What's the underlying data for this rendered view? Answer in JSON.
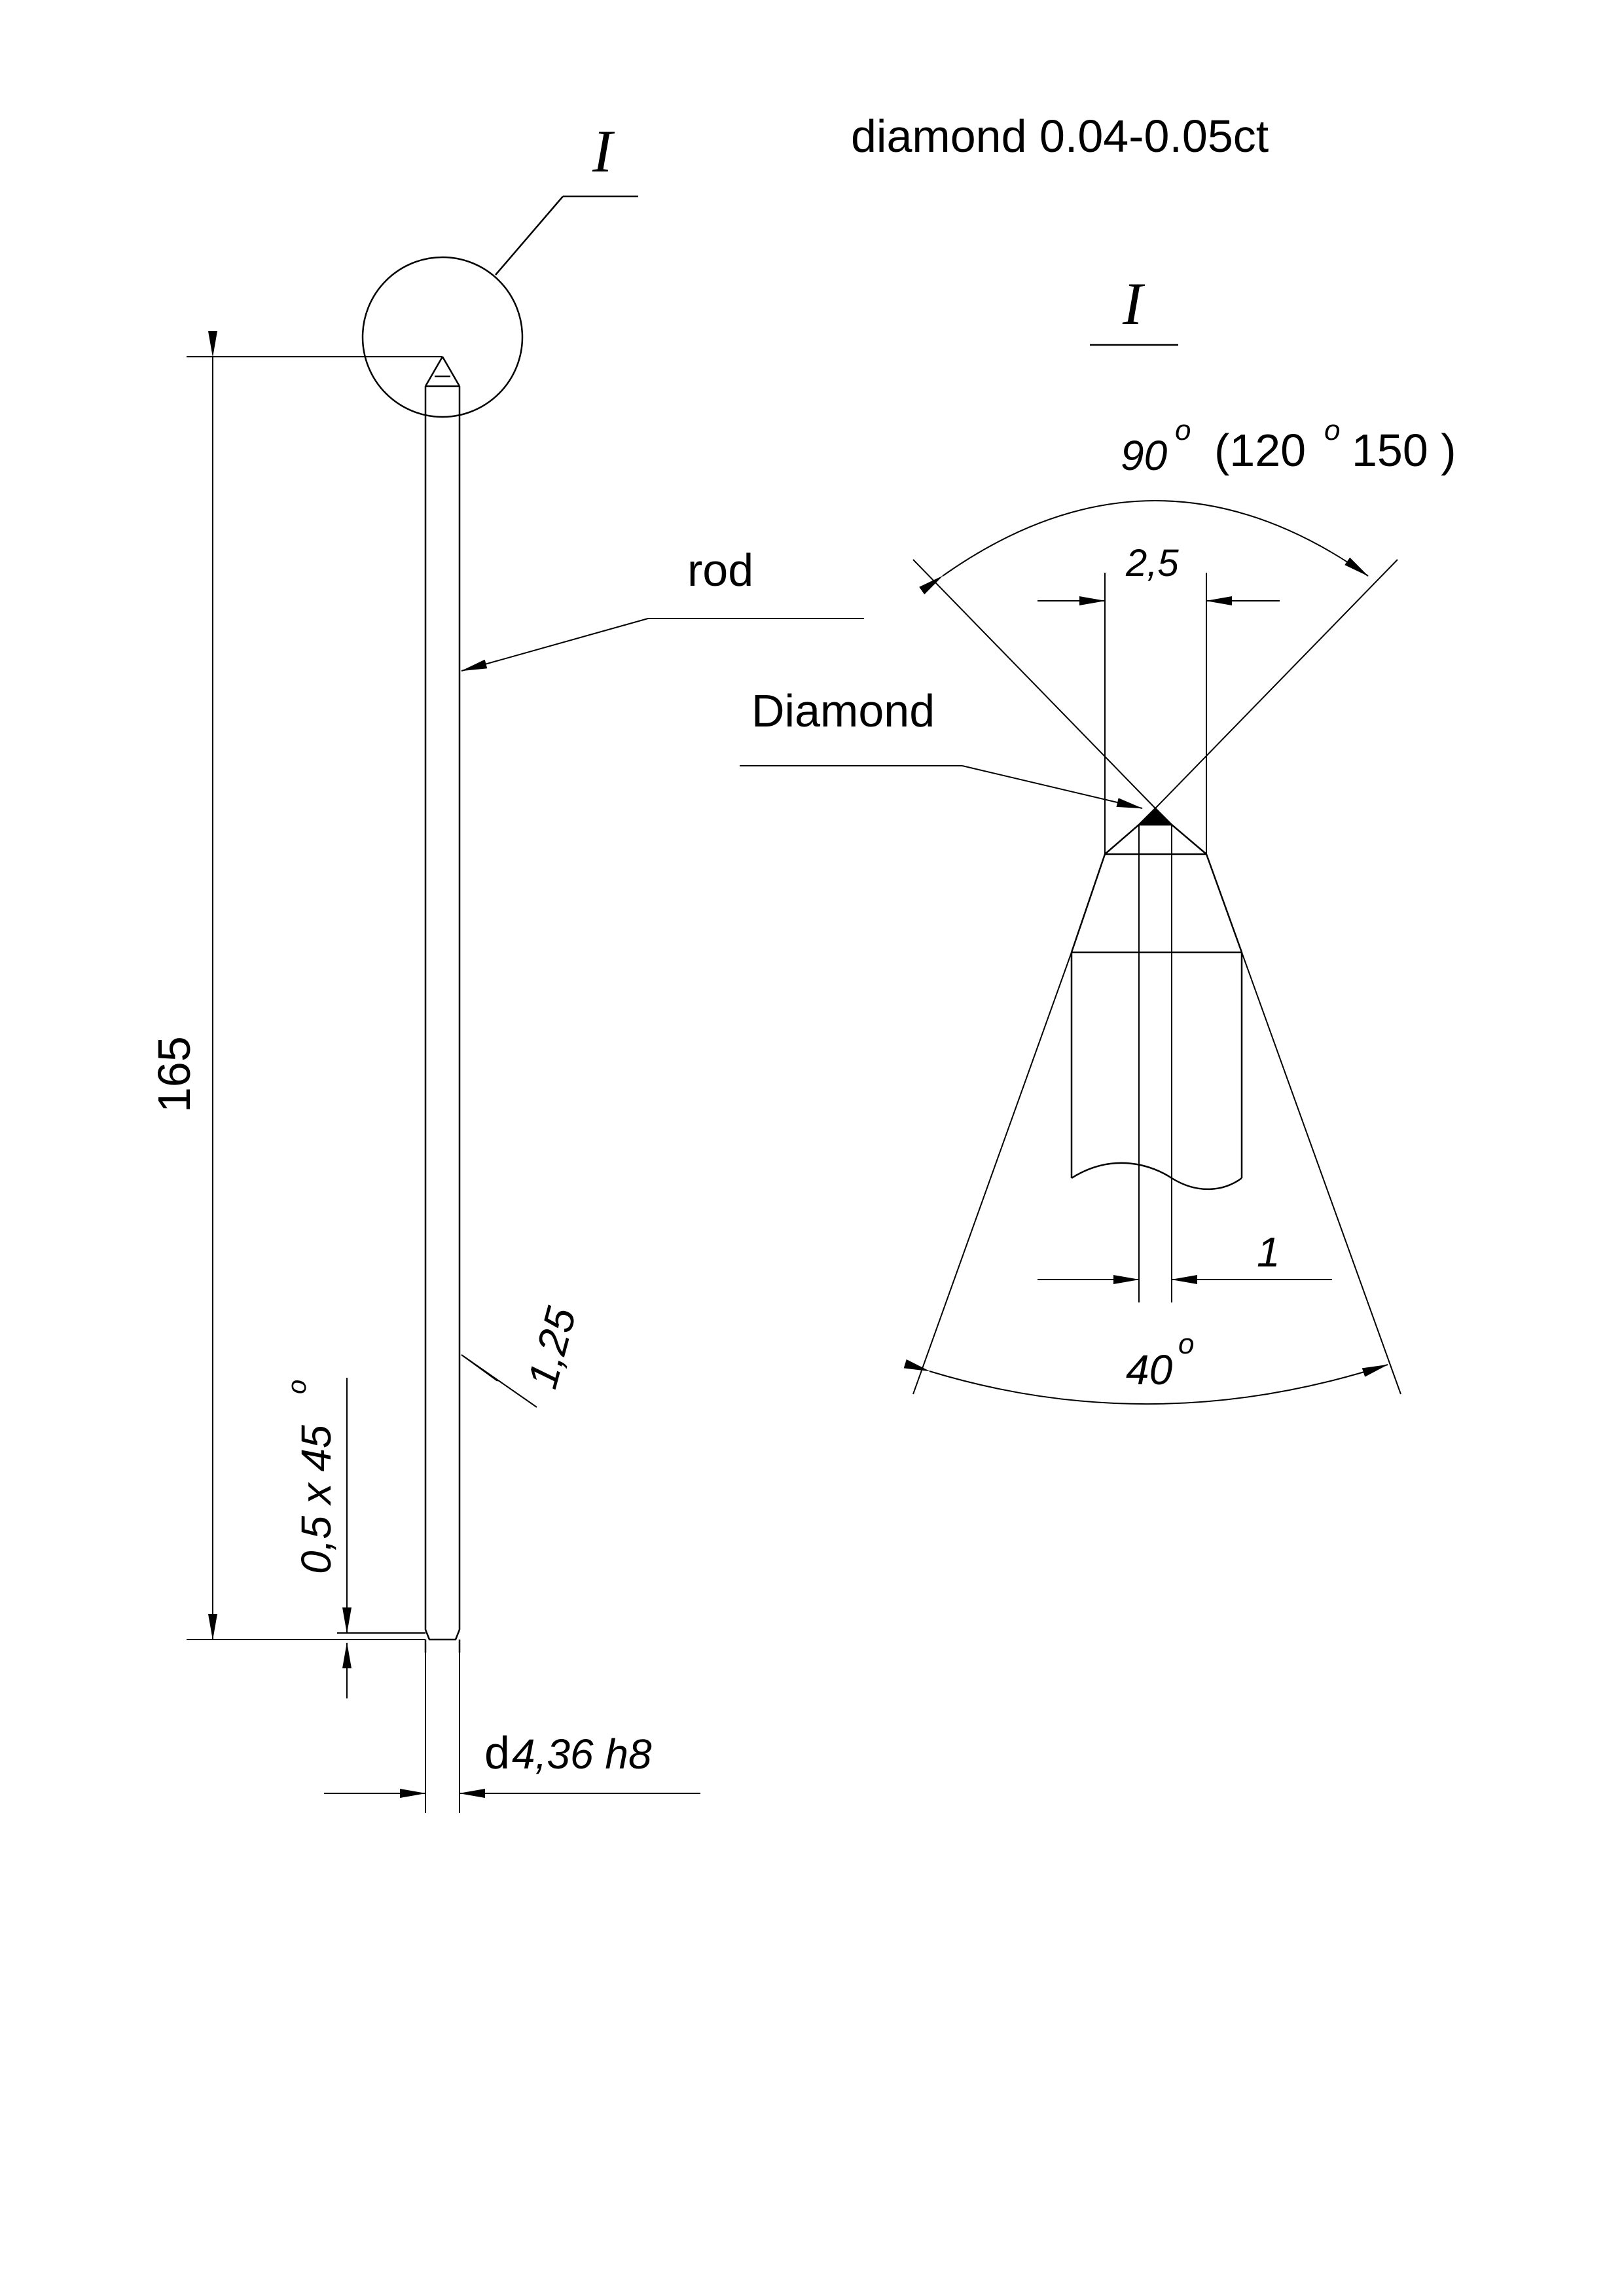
{
  "header": {
    "note": "diamond 0.04-0.05ct",
    "detail_marker": "I",
    "detail_title": "I"
  },
  "main_view": {
    "rod_label": "rod",
    "length_dim": "165",
    "chamfer_dim_main": "0,5 x 45",
    "chamfer_deg_mark": "o",
    "roughness_value": "1,25",
    "diameter_prefix": "d",
    "diameter_value": "4,36 h8"
  },
  "detail_view": {
    "angle_90": "90",
    "angle_90_deg": "o",
    "angle_alt_open": "(120",
    "angle_alt_deg": "o",
    "angle_alt_close": "150 )",
    "width_dim": "2,5",
    "diamond_label": "Diamond",
    "small_dim": "1",
    "angle_40": "40",
    "angle_40_deg": "o"
  }
}
